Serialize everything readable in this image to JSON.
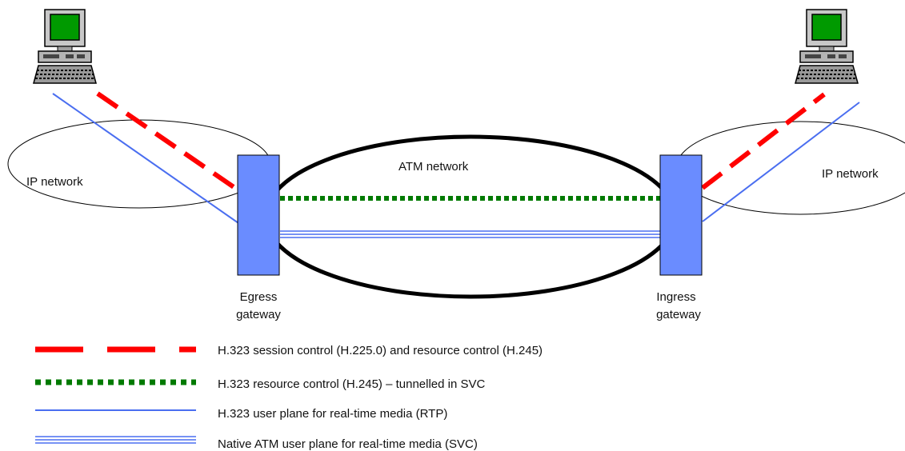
{
  "diagram": {
    "networks": {
      "left_ip": "IP network",
      "atm": "ATM network",
      "right_ip": "IP network"
    },
    "gateways": {
      "egress_line1": "Egress",
      "egress_line2": "gateway",
      "ingress_line1": "Ingress",
      "ingress_line2": "gateway"
    },
    "colors": {
      "session_control": "#ff0000",
      "tunnelled_control": "#007a00",
      "user_plane": "#4a6ef0",
      "gateway_fill": "#6a8cff",
      "monitor_screen": "#00a000"
    },
    "icons": [
      "computer-terminal-icon",
      "computer-terminal-icon"
    ]
  },
  "legend": [
    {
      "style": "dashed-red",
      "label": "H.323 session control (H.225.0) and resource control (H.245)"
    },
    {
      "style": "dotted-green",
      "label": "H.323 resource control (H.245) – tunnelled in SVC"
    },
    {
      "style": "solid-blue",
      "label": "H.323 user plane for real-time media (RTP)"
    },
    {
      "style": "double-blue",
      "label": "Native ATM user plane for real-time media (SVC)"
    }
  ]
}
